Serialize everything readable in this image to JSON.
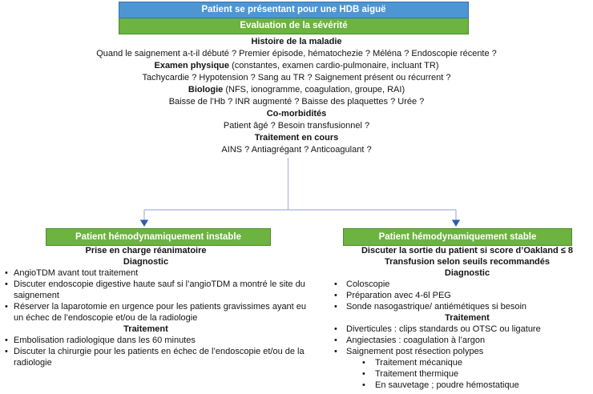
{
  "header": {
    "top_label": "Patient se présentant pour une HDB aiguë",
    "sub_label": "Evaluation de la sévérité"
  },
  "assessment": {
    "lines": [
      {
        "b": "Histoire de la maladie",
        "r": ""
      },
      {
        "b": "",
        "r": "Quand le saignement a-t-il débuté ? Premier épisode, hématochezie ? Méléna ? Endoscopie récente ?"
      },
      {
        "b": "Examen physique",
        "r": " (constantes, examen cardio-pulmonaire, incluant TR)"
      },
      {
        "b": "",
        "r": "Tachycardie ? Hypotension ? Sang au TR ? Saignement présent ou récurrent ?"
      },
      {
        "b": "Biologie",
        "r": " (NFS, ionogramme, coagulation, groupe, RAI)"
      },
      {
        "b": "",
        "r": "Baisse de l’Hb ? INR augmenté ? Baisse des plaquettes ? Urée ?"
      },
      {
        "b": "Co-morbidités",
        "r": ""
      },
      {
        "b": "",
        "r": "Patient âgé ? Besoin transfusionnel ?"
      },
      {
        "b": "Traitement en cours",
        "r": ""
      },
      {
        "b": "",
        "r": "AINS ? Antiagrégant ? Anticoagulant ?"
      }
    ]
  },
  "unstable": {
    "box_label": "Patient hémodynamiquement instable",
    "header1": "Prise en charge réanimatoire",
    "header2": "Diagnostic",
    "diagnostic_bullets": [
      "AngioTDM avant tout traitement",
      "Discuter endoscopie digestive haute sauf si l’angioTDM a montré le site du saignement",
      "Réserver la laparotomie en urgence pour les patients gravissimes ayant eu un échec de l’endoscopie et/ou de la radiologie"
    ],
    "header3": "Traitement",
    "treatment_bullets": [
      "Embolisation radiologique dans les 60 minutes",
      "Discuter la chirurgie pour les patients en échec de l’endoscopie et/ou de la radiologie"
    ]
  },
  "stable": {
    "box_label": "Patient hémodynamiquement stable",
    "header_line1": "Discuter la sortie du patient si score d’Oakland ≤ 8",
    "header_line2": "Transfusion selon seuils recommandés",
    "header_diagnostic": "Diagnostic",
    "diagnostic_bullets": [
      "Coloscopie",
      "Préparation avec 4-6l PEG",
      "Sonde nasogastrique/ antiémétiques si besoin"
    ],
    "header_treatment": "Traitement",
    "treatment_bullets": [
      "Diverticules : clips standards ou OTSC ou ligature",
      "Angiectasies : coagulation à l’argon",
      "Saignement post résection polypes"
    ],
    "polyp_sub_bullets": [
      "Traitement mécanique",
      "Traitement thermique",
      "En sauvetage ; poudre hémostatique"
    ]
  },
  "icons": {
    "bullet": "•",
    "sub_bullet": "•"
  },
  "colors": {
    "blue_fill": "#4E95D3",
    "blue_border": "#2E75B6",
    "green_fill": "#6CB33F",
    "green_border": "#4E8A2F",
    "connector_line": "#A6B4DB",
    "arrow_head": "#2E5FA8",
    "text": "#141414",
    "box_text": "#FFFFFF"
  }
}
